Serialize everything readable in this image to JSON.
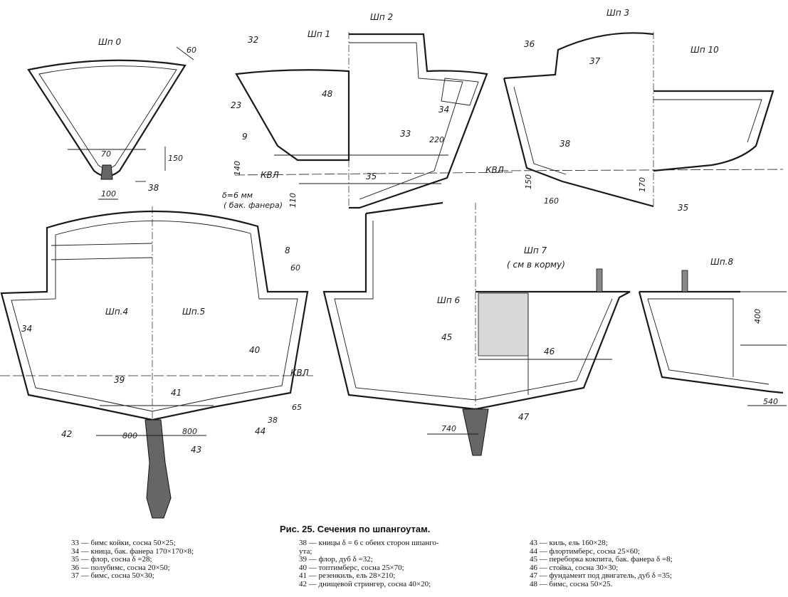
{
  "frames": {
    "f0": "Шп 0",
    "f1": "Шп 1",
    "f2": "Шп 2",
    "f3": "Шп 3",
    "f10": "Шп 10",
    "f4": "Шп.4",
    "f5": "Шп.5",
    "f6": "Шп 6",
    "f7": "Шп 7",
    "f7note": "( см в корму)",
    "f8": "Шп.8"
  },
  "waterline": "КВЛ",
  "plywood_note_1": "δ=6 мм",
  "plywood_note_2": "( бак. фанера)",
  "numbers": {
    "n8": "8",
    "n9": "9",
    "n23": "23",
    "n32": "32",
    "n33": "33",
    "n34": "34",
    "n35": "35",
    "n36": "36",
    "n37": "37",
    "n38": "38",
    "n39": "39",
    "n40": "40",
    "n41": "41",
    "n42": "42",
    "n43": "43",
    "n44": "44",
    "n45": "45",
    "n46": "46",
    "n47": "47",
    "n48": "48"
  },
  "dimensions": {
    "d60": "60",
    "d70": "70",
    "d100": "100",
    "d110": "110",
    "d140": "140",
    "d150": "150",
    "d160": "160",
    "d170": "170",
    "d220": "220",
    "d38": "38",
    "d65": "65",
    "d800": "800",
    "d740": "740",
    "d400": "400",
    "d540": "540"
  },
  "caption": "Рис. 25. Сечения по шпангоутам.",
  "legend_col1": [
    "33 — бимс койки, сосна 50×25;",
    "34 — кница, бак. фанера 170×170×8;",
    "35 — флор, сосна δ =28;",
    "36 — полубимс, сосна 20×50;",
    "37 — бимс, сосна 50×30;"
  ],
  "legend_col2": [
    "38 — кницы δ = 6 с обеих сторон шпанго-",
    "ута;",
    "39 — флор, дуб δ =32;",
    "40 — топтимберс, сосна 25×70;",
    "41 — резенкиль, ель 28×210;",
    "42 — днищевой стрингер, сосна 40×20;"
  ],
  "legend_col3": [
    "43 — киль, ель 160×28;",
    "44 — флортимберс, сосна 25×60;",
    "45 — переборка кокпита, бак. фанера δ =8;",
    "46 — стойка, сосна 30×30;",
    "47 — фундамент под двигатель, дуб δ =35;",
    "48 — бимс, сосна 50×25."
  ]
}
